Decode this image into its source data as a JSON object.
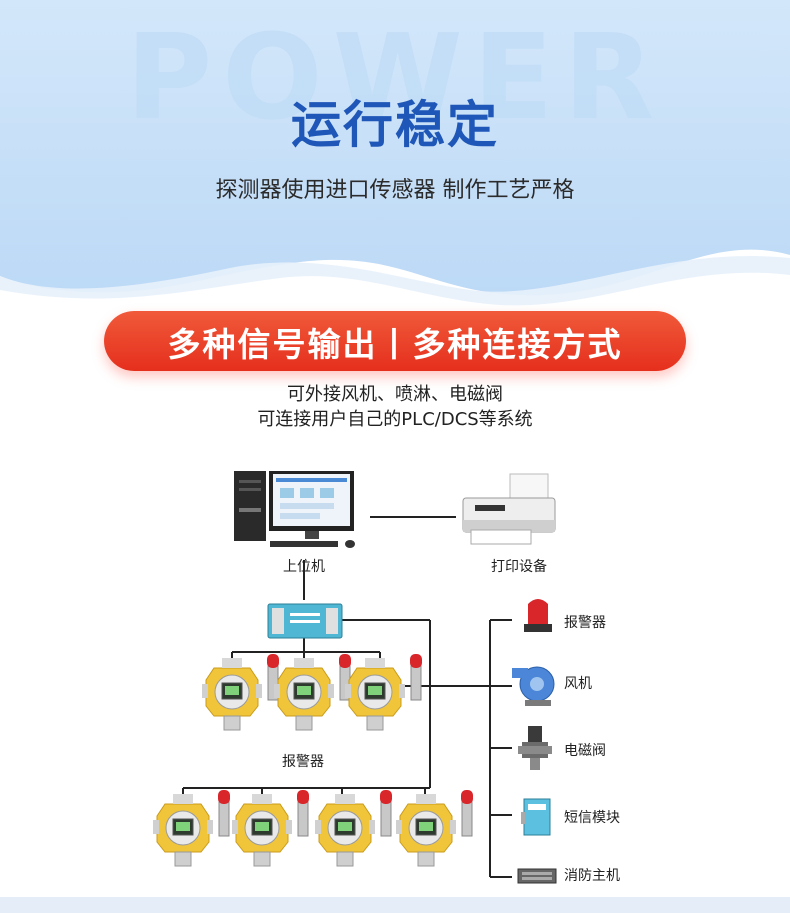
{
  "hero": {
    "watermark": "POWER",
    "title": "运行稳定",
    "subtitle": "探测器使用进口传感器 制作工艺严格"
  },
  "banner": {
    "text": "多种信号输出丨多种连接方式"
  },
  "description": {
    "line1": "可外接风机、喷淋、电磁阀",
    "line2": "可连接用户自己的PLC/DCS等系统"
  },
  "diagram": {
    "labels": {
      "host": "上位机",
      "printer": "打印设备",
      "alarm_group": "报警器"
    },
    "outputs": [
      {
        "name": "报警器",
        "icon": "alarm-light-icon"
      },
      {
        "name": "风机",
        "icon": "fan-icon"
      },
      {
        "name": "电磁阀",
        "icon": "solenoid-valve-icon"
      },
      {
        "name": "短信模块",
        "icon": "sms-module-icon"
      },
      {
        "name": "消防主机",
        "icon": "fire-host-icon"
      }
    ],
    "colors": {
      "detector_body": "#f0c53a",
      "alarm_red": "#d8262b",
      "module_blue": "#4fb7d4",
      "line": "#222222"
    }
  }
}
